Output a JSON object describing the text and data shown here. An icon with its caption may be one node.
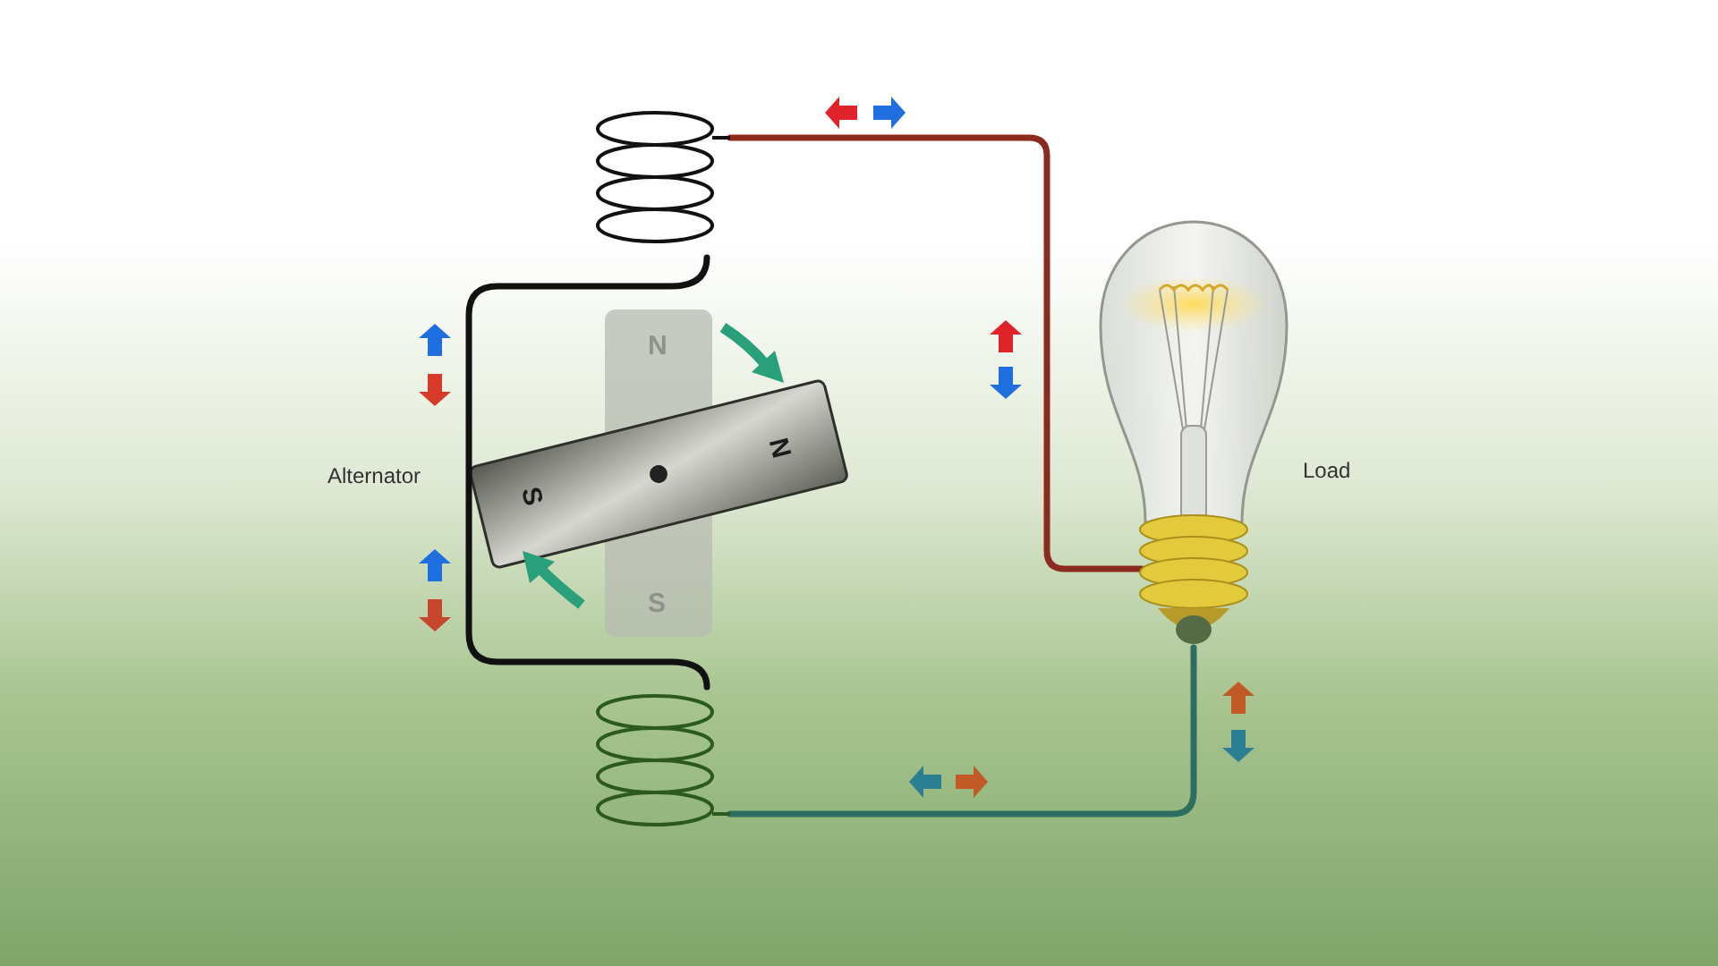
{
  "diagram": {
    "nodes": [
      {
        "text": [],
        "shape": "coil"
      },
      {
        "text": [],
        "shape": "coil"
      },
      {
        "text": [],
        "shape": "bulb",
        "beside": [
          "Load"
        ]
      }
    ],
    "edges": [
      {
        "from": 0,
        "to": 2,
        "arrow": "none",
        "color": "#8b2a1e"
      },
      {
        "from": 1,
        "to": 2,
        "arrow": "none",
        "color": "#2e6e60"
      },
      {
        "from": 0,
        "to": 1,
        "arrow": "none",
        "color": "#111111"
      }
    ],
    "labels": [
      "N",
      "N",
      "Alternator",
      "S",
      "S"
    ]
  }
}
